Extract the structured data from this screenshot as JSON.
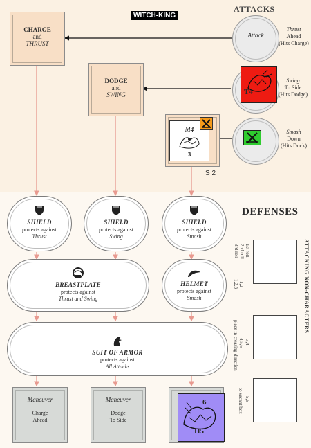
{
  "header": {
    "witch_king": "WITCH-KING",
    "attacks": "ATTACKS",
    "defenses": "DEFENSES",
    "attacking_non_characters": "ATTACKING NON-CHARACTERS"
  },
  "maneuvers": {
    "charge": {
      "line1": "CHARGE",
      "line2": "and",
      "line3": "THRUST"
    },
    "dodge": {
      "line1": "DODGE",
      "line2": "and",
      "line3": "SWING"
    },
    "duck_counter": {
      "top": "M4",
      "bottom": "3",
      "caption": "S 2"
    }
  },
  "attacks": {
    "thrust": {
      "circle": "Attack",
      "l1": "Thrust",
      "l2": "Ahead",
      "l3": "(Hits Charge)"
    },
    "swing": {
      "counter": "T4",
      "l1": "Swing",
      "l2": "To Side",
      "l3": "(Hits Dodge)"
    },
    "smash": {
      "l1": "Smash",
      "l2": "Down",
      "l3": "(Hits Duck)"
    }
  },
  "defenses": {
    "shield1": {
      "l1": "SHIELD",
      "l2": "protects against",
      "l3": "Thrust"
    },
    "shield2": {
      "l1": "SHIELD",
      "l2": "protects against",
      "l3": "Swing"
    },
    "shield3": {
      "l1": "SHIELD",
      "l2": "protects against",
      "l3": "Smash"
    },
    "breastplate": {
      "l1": "BREASTPLATE",
      "l2": "protects against",
      "l3": "Thrust and Swing"
    },
    "helmet": {
      "l1": "HELMET",
      "l2": "protects against",
      "l3": "Smash"
    },
    "suit": {
      "l1": "SUIT OF ARMOR",
      "l2": "protects against",
      "l3": "All Attacks"
    }
  },
  "bottom": {
    "charge": {
      "l1": "Maneuver",
      "l2": "Charge",
      "l3": "Ahead"
    },
    "dodge": {
      "l1": "Maneuver",
      "l2": "Dodge",
      "l3": "To Side"
    },
    "counter_top": "6",
    "counter_bottom": "H5"
  },
  "side": {
    "roll1": "1st roll",
    "roll2": "2nd roll",
    "roll3": "3rd roll",
    "r12": "1,2",
    "r123": "1,2,3",
    "r34": "3,4",
    "r456": "4,5,6",
    "place": "place in creasing direction",
    "r56": "5,6",
    "to_vacant": "to vacant box"
  },
  "colors": {
    "arrow": "#e89a90",
    "swing_counter": "#ee1b12",
    "smash_counter": "#2fcc2f",
    "counter_purple": "#a08cf6",
    "duck_marker": "#f59a1a"
  }
}
